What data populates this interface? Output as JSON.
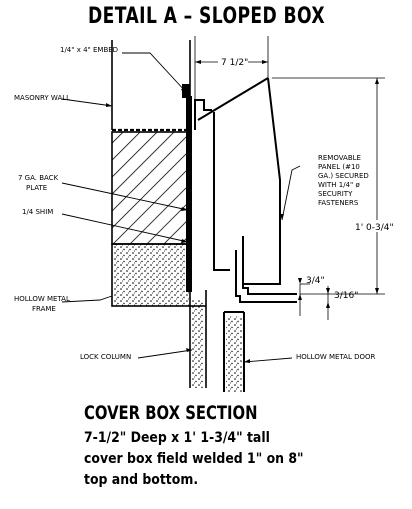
{
  "title": "DETAIL A – SLOPED BOX",
  "labels": {
    "embed": "1/4\" x 4\" EMBED",
    "masonry_wall": "MASONRY WALL",
    "back_plate_1": "7 GA. BACK",
    "back_plate_2": "PLATE",
    "shim": "1/4 SHIM",
    "hmf_1": "HOLLOW METAL",
    "hmf_2": "FRAME",
    "lock_column": "LOCK COLUMN",
    "hm_door": "HOLLOW METAL DOOR",
    "panel_1": "REMOVABLE",
    "panel_2": "PANEL (#10",
    "panel_3": "GA.) SECURED",
    "panel_4": "WITH 1/4\" ø",
    "panel_5": "SECURITY",
    "panel_6": "FASTENERS"
  },
  "dimensions": {
    "depth": "7 1/2\"",
    "height": "1' 0-3/4\"",
    "gap": "3/4\"",
    "lip": "3/16\""
  },
  "caption": {
    "heading": "COVER BOX SECTION",
    "line1": "7-1/2\" Deep x 1' 1-3/4\" tall",
    "line2": "cover box field welded 1\" on 8\"",
    "line3": "top and bottom."
  }
}
